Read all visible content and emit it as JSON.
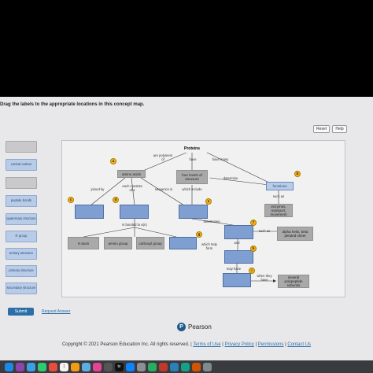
{
  "instruction": "Drag the labels to the appropriate locations in this concept map.",
  "toolbar": {
    "reset_label": "Reset",
    "help_label": "Help"
  },
  "labels": [
    "",
    "central carbon",
    "",
    "peptide bonds",
    "quaternary structure",
    "R group",
    "tertiary structure",
    "primary structure",
    "secondary structure"
  ],
  "map": {
    "proteins": "Proteins",
    "are_polymers_of": "are polymers of",
    "have": "have",
    "have_many": "have many",
    "amino_acids": "amino acids",
    "four_levels": "four levels of structure",
    "determine": "determine",
    "functions": "functions",
    "joined_by": "joined by",
    "each_consists_of_a": "each consists of a",
    "sequence_is": "sequence is",
    "which_include": "which include",
    "such_as_1": "such as",
    "enzymes": "enzymes, transport, movement",
    "is_bonded_to": "is bonded to a(n)",
    "determines": "determines",
    "h_atom": "H atom",
    "amino_group": "amino group",
    "carboxyl_group": "carboxyl group",
    "which_help_form": "which help form",
    "and": "and",
    "such_as_2": "such as",
    "alpha_helix": "alpha helix, beta pleated sheet",
    "may_have": "may have",
    "when_they_have": "when they have",
    "several_subunits": "several polypeptide subunits",
    "badges": [
      "a",
      "b",
      "c",
      "d",
      "e",
      "f",
      "g",
      "h",
      "i"
    ]
  },
  "submit_label": "Submit",
  "request_answer_label": "Request Answer",
  "brand": "Pearson",
  "footer": {
    "copyright": "Copyright © 2021 Pearson Education Inc. All rights reserved.",
    "sep": "|",
    "terms": "Terms of Use",
    "privacy": "Privacy Policy",
    "permissions": "Permissions",
    "contact": "Contact Us"
  },
  "dock": {
    "calendar_day": "1",
    "tv_label": "tv"
  },
  "colors": {
    "label_blue": "#b8cce8",
    "drop_blue": "#7f9fd3",
    "gray_node": "#a9a9a9",
    "badge": "#f2b21b",
    "submit": "#2c6fa8"
  }
}
